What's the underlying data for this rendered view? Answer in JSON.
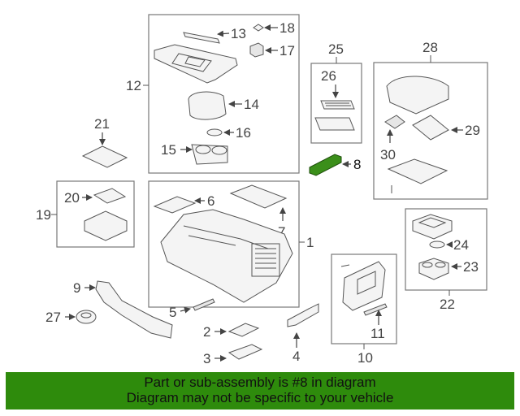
{
  "callouts": {
    "c1": "1",
    "c2": "2",
    "c3": "3",
    "c4": "4",
    "c5": "5",
    "c6": "6",
    "c7": "7",
    "c8": "8",
    "c9": "9",
    "c10": "10",
    "c11": "11",
    "c12": "12",
    "c13": "13",
    "c14": "14",
    "c15": "15",
    "c16": "16",
    "c17": "17",
    "c18": "18",
    "c19": "19",
    "c20": "20",
    "c21": "21",
    "c22": "22",
    "c23": "23",
    "c24": "24",
    "c25": "25",
    "c26": "26",
    "c27": "27",
    "c28": "28",
    "c29": "29",
    "c30": "30"
  },
  "highlight": {
    "part_number": "8",
    "color": "#2e8b0c"
  },
  "banner": {
    "line1": "Part or sub-assembly is #8 in diagram",
    "line2": "Diagram may not be specific to your vehicle",
    "background": "#2e8b0c"
  }
}
